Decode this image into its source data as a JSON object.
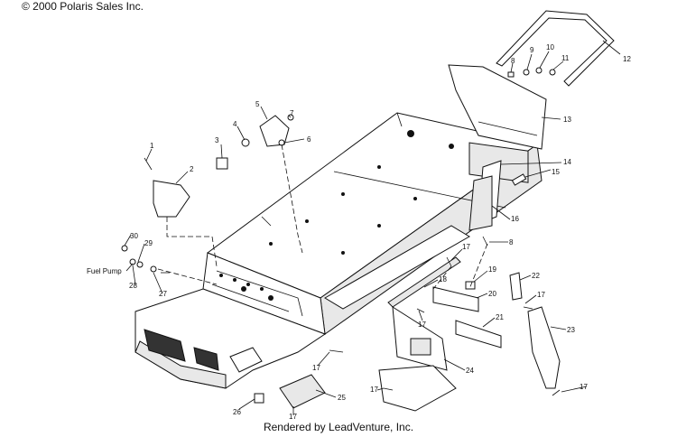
{
  "copyright": "© 2000 Polaris Sales Inc.",
  "footer": "Rendered by LeadVenture, Inc.",
  "fuel_pump_label": "Fuel Pump",
  "callouts": {
    "c1": "1",
    "c2": "2",
    "c3": "3",
    "c4": "4",
    "c5": "5",
    "c6": "6",
    "c7": "7",
    "c8a": "8",
    "c9": "9",
    "c10": "10",
    "c11": "11",
    "c12": "12",
    "c13": "13",
    "c14": "14",
    "c15": "15",
    "c16": "16",
    "c8b": "8",
    "c17a": "17",
    "c18": "18",
    "c19": "19",
    "c20": "20",
    "c22": "22",
    "c17b": "17",
    "c21": "21",
    "c23": "23",
    "c17c": "17",
    "c24": "24",
    "c17d": "17",
    "c25": "25",
    "c26": "26",
    "c17e": "17",
    "c17f": "17",
    "c30": "30",
    "c29": "29",
    "c28": "28",
    "c27": "27"
  }
}
